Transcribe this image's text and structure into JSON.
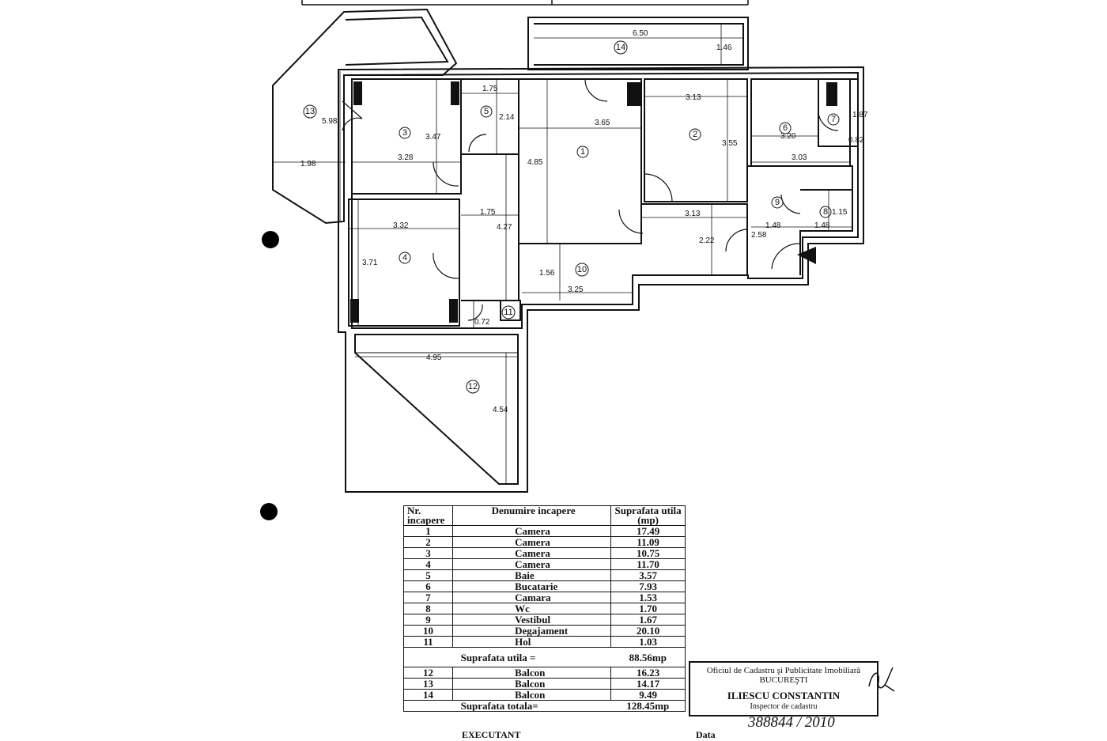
{
  "rooms": [
    {
      "nr": "1",
      "name": "Camera",
      "area": "17.49"
    },
    {
      "nr": "2",
      "name": "Camera",
      "area": "11.09"
    },
    {
      "nr": "3",
      "name": "Camera",
      "area": "10.75"
    },
    {
      "nr": "4",
      "name": "Camera",
      "area": "11.70"
    },
    {
      "nr": "5",
      "name": "Baie",
      "area": "3.57"
    },
    {
      "nr": "6",
      "name": "Bucatarie",
      "area": "7.93"
    },
    {
      "nr": "7",
      "name": "Camara",
      "area": "1.53"
    },
    {
      "nr": "8",
      "name": "Wc",
      "area": "1.70"
    },
    {
      "nr": "9",
      "name": "Vestibul",
      "area": "1.67"
    },
    {
      "nr": "10",
      "name": "Degajament",
      "area": "20.10"
    },
    {
      "nr": "11",
      "name": "Hol",
      "area": "1.03"
    }
  ],
  "balconies": [
    {
      "nr": "12",
      "name": "Balcon",
      "area": "16.23"
    },
    {
      "nr": "13",
      "name": "Balcon",
      "area": "14.17"
    },
    {
      "nr": "14",
      "name": "Balcon",
      "area": "9.49"
    }
  ],
  "table": {
    "h_nr": "Nr. incapere",
    "h_name": "Denumire incapere",
    "h_area": "Suprafata utila (mp)",
    "useful_label": "Suprafata utila  =",
    "useful_value": "88.56mp",
    "total_label": "Suprafata totala=",
    "total_value": "128.45mp",
    "executant": "EXECUTANT",
    "data_label": "Data"
  },
  "stamp": {
    "line1": "Oficiul de Cadastru şi Publicitate Imobiliară",
    "line2": "BUCUREŞTI",
    "name": "ILIESCU CONSTANTIN",
    "role": "Inspector de cadastru"
  },
  "handwritten": "388844 / 2010",
  "plan": {
    "dims": {
      "d650": "6.50",
      "d146": "1.46",
      "d175a": "1.75",
      "d214": "2.14",
      "d365": "3.65",
      "d313a": "3.13",
      "d355": "3.55",
      "d598": "5.98",
      "d347": "3.47",
      "d328": "3.28",
      "d198": "1.98",
      "d485": "4.85",
      "d320": "3.20",
      "d187": "1.87",
      "d082": "0.82",
      "d303": "3.03",
      "d175b": "1.75",
      "d427": "4.27",
      "d332": "3.32",
      "d313b": "3.13",
      "d258": "2.58",
      "d148a": "1.48",
      "d148b": "1.48",
      "d115": "1.15",
      "d222": "2.22",
      "d371": "3.71",
      "d156": "1.56",
      "d325": "3.25",
      "d072": "0.72",
      "d495": "4.95",
      "d454": "4.54"
    },
    "labels": {
      "r1": "1",
      "r2": "2",
      "r3": "3",
      "r4": "4",
      "r5": "5",
      "r6": "6",
      "r7": "7",
      "r8": "8",
      "r9": "9",
      "r10": "10",
      "r11": "11",
      "r12": "12",
      "r13": "13",
      "r14": "14"
    }
  }
}
